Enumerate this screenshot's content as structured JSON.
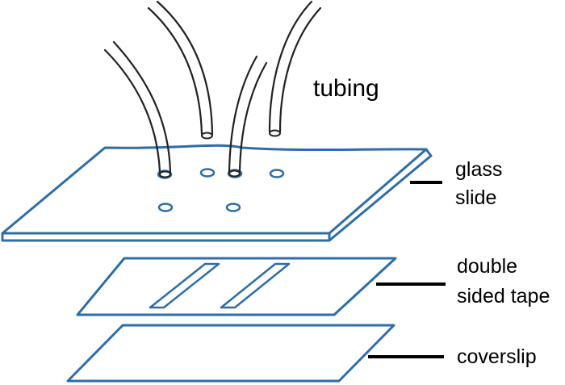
{
  "colors": {
    "outline_blue": "#2e6da8",
    "tube_stroke": "#222222",
    "leader_line": "#000000",
    "background": "#ffffff"
  },
  "labels": {
    "tubing": "tubing",
    "glass_line1": "glass",
    "glass_line2": "slide",
    "tape_line1": "double",
    "tape_line2": "sided tape",
    "coverslip": "coverslip"
  }
}
